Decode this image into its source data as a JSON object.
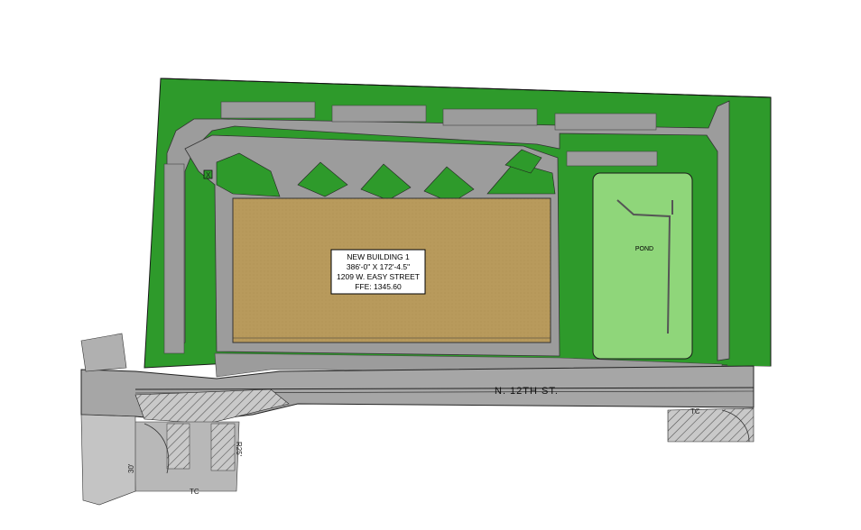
{
  "building": {
    "line1": "NEW BUILDING 1",
    "line2": "386'-0\" X 172'-4.5\"",
    "line3": "1209 W. EASY STREET",
    "line4": "FFE: 1345.60"
  },
  "pond_label": "POND",
  "street_label": "N. 12TH ST.",
  "misc": {
    "tc_left": "TC",
    "tc_right": "TC",
    "dim_a": "30'",
    "dim_b": "R25'",
    "marker_x": "X"
  },
  "colors": {
    "grass": "#2e9a2b",
    "pond": "#8fd67a",
    "paving": "#9a9a9a",
    "building": "#b89a5c",
    "road": "#a6a6a6"
  }
}
